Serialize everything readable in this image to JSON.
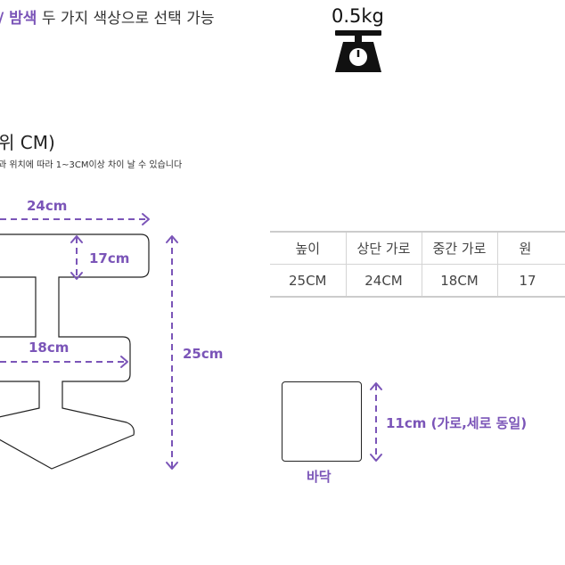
{
  "header": {
    "color_prefix": "/ ",
    "color_name": "밤색",
    "color_text": " 두 가지 색상으로 선택 가능",
    "weight": "0.5kg",
    "weight_icon": "scale-icon"
  },
  "size_section": {
    "heading": "위 CM)",
    "note": "과 위치에 따라 1~3CM이상 차이 날 수 있습니다"
  },
  "diagram": {
    "top_width": "24cm",
    "top_height": "17cm",
    "middle_width": "18cm",
    "total_height": "25cm",
    "base_side": "11cm (가로,세로 동일)",
    "base_label": "바닥",
    "accent_color": "#7b55b8"
  },
  "spec_table": {
    "headers": [
      "높이",
      "상단 가로",
      "중간 가로",
      "원"
    ],
    "values": [
      "25CM",
      "24CM",
      "18CM",
      "17"
    ]
  }
}
